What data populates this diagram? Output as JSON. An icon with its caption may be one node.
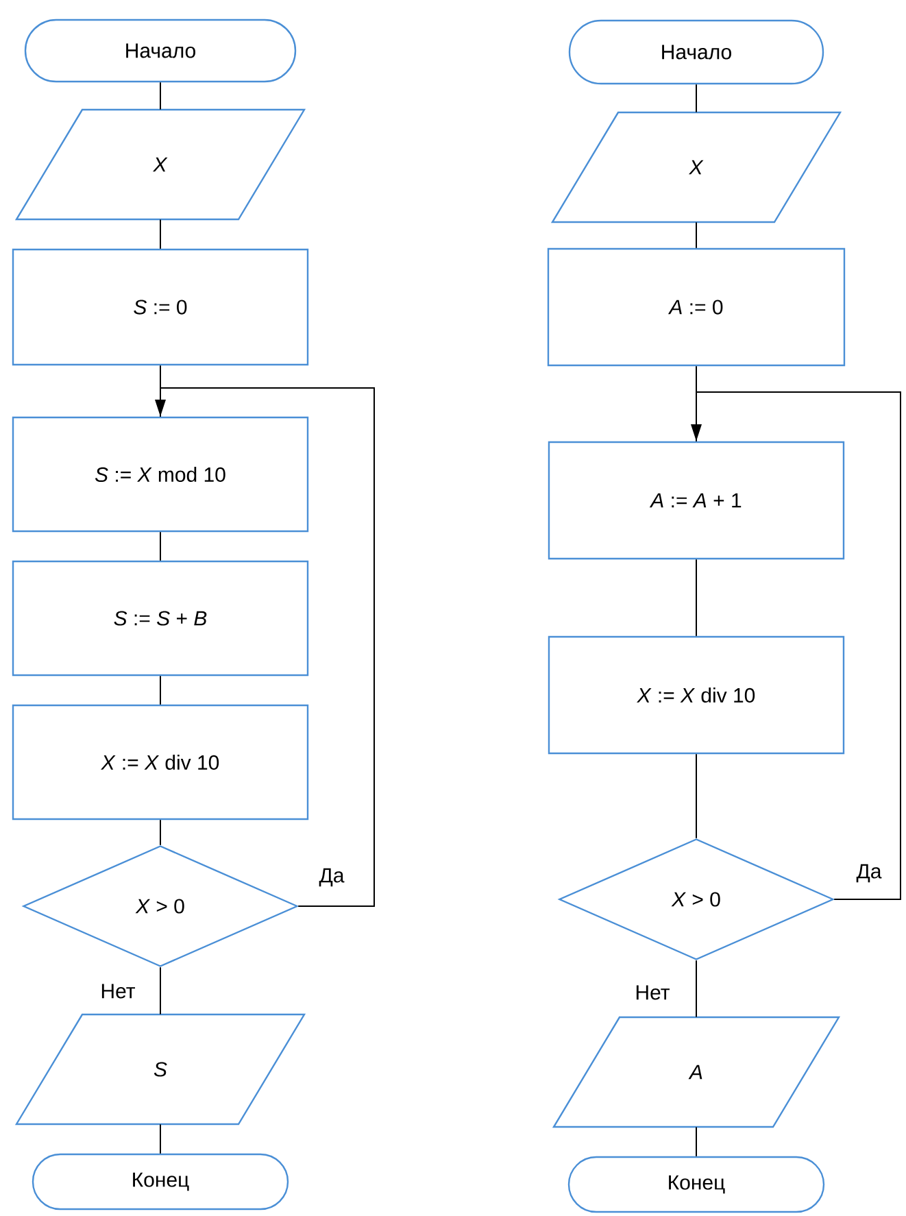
{
  "diagram": {
    "nodes": [
      {
        "text": [
          "Начало"
        ]
      },
      {
        "text": [
          "*X*"
        ]
      },
      {
        "text": [
          "*S* := 0"
        ]
      },
      {
        "text": [
          "*S* := *X* mod 10"
        ]
      },
      {
        "text": [
          "*S* := *S* + *B*"
        ]
      },
      {
        "text": [
          "*X* := *X* div 10"
        ]
      },
      {
        "text": [
          "*X* > 0"
        ]
      },
      {
        "text": [
          "*S*"
        ]
      },
      {
        "text": [
          "Конец"
        ]
      },
      {
        "text": [
          "Начало"
        ]
      },
      {
        "text": [
          "*X*"
        ]
      },
      {
        "text": [
          "*A* := 0"
        ]
      },
      {
        "text": [
          "*A* := *A* + 1"
        ]
      },
      {
        "text": [
          "*X* := *X* div 10"
        ]
      },
      {
        "text": [
          "*X* > 0"
        ]
      },
      {
        "text": [
          "*A*"
        ]
      },
      {
        "text": [
          "Конец"
        ]
      }
    ],
    "edges": [
      {
        "from": 0,
        "to": 1,
        "arrow": "none"
      },
      {
        "from": 1,
        "to": 2,
        "arrow": "none"
      },
      {
        "from": 2,
        "to": 3,
        "arrow": "none"
      },
      {
        "from": 3,
        "to": 4,
        "arrow": "none"
      },
      {
        "from": 4,
        "to": 5,
        "arrow": "none"
      },
      {
        "from": 5,
        "to": 6,
        "arrow": "none"
      },
      {
        "from": 6,
        "to": 3,
        "arrow": "to",
        "label": "Да"
      },
      {
        "from": 6,
        "to": 7,
        "arrow": "none",
        "label": "Нет"
      },
      {
        "from": 7,
        "to": 8,
        "arrow": "none"
      },
      {
        "from": 9,
        "to": 10,
        "arrow": "none"
      },
      {
        "from": 10,
        "to": 11,
        "arrow": "none"
      },
      {
        "from": 11,
        "to": 12,
        "arrow": "none"
      },
      {
        "from": 12,
        "to": 13,
        "arrow": "none"
      },
      {
        "from": 13,
        "to": 14,
        "arrow": "none"
      },
      {
        "from": 14,
        "to": 12,
        "arrow": "to",
        "label": "Да"
      },
      {
        "from": 14,
        "to": 15,
        "arrow": "none",
        "label": "Нет"
      },
      {
        "from": 15,
        "to": 16,
        "arrow": "none"
      }
    ]
  }
}
